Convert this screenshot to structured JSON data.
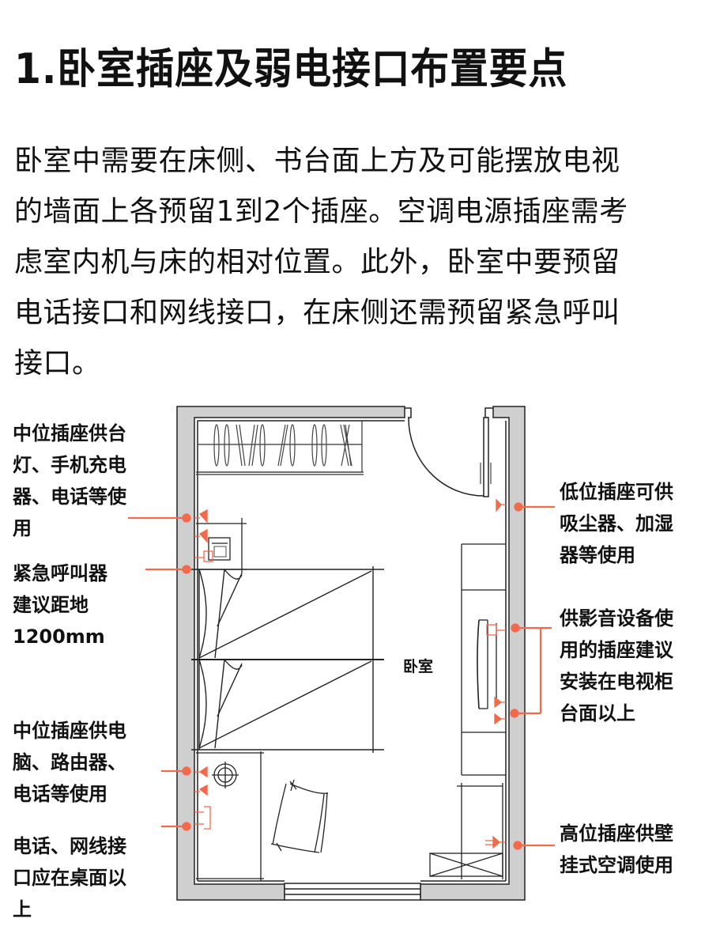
{
  "title": "1.卧室插座及弱电接口布置要点",
  "intro": {
    "lines": [
      "卧室中需要在床侧、书台面上方及可能摆放电视",
      "的墙面上各预留1到2个插座。空调电源插座需考",
      "虑室内机与床的相对位置。此外，卧室中要预留",
      "电话接口和网线接口，在床侧还需预留紧急呼叫",
      "接口。"
    ]
  },
  "floorplan": {
    "room_label": "卧室",
    "colors": {
      "wall_fill": "#cfcfcf",
      "line": "#222222",
      "accent": "#f26a4b"
    },
    "annotations_left": [
      {
        "id": "bedside-mid-socket",
        "lines": [
          "中位插座供台",
          "灯、手机充电",
          "器、电话等使",
          "用"
        ]
      },
      {
        "id": "emergency-call",
        "lines": [
          "紧急呼叫器",
          "建议距地",
          "1200mm"
        ]
      },
      {
        "id": "desk-mid-socket",
        "lines": [
          "中位插座供电",
          "脑、路由器、",
          "电话等使用"
        ]
      },
      {
        "id": "phone-network-port",
        "lines": [
          "电话、网线接",
          "口应在桌面以",
          "上"
        ]
      }
    ],
    "annotations_right": [
      {
        "id": "low-socket",
        "lines": [
          "低位插座可供",
          "吸尘器、加湿",
          "器等使用"
        ]
      },
      {
        "id": "av-socket",
        "lines": [
          "供影音设备使",
          "用的插座建议",
          "安装在电视柜",
          "台面以上"
        ]
      },
      {
        "id": "high-socket",
        "lines": [
          "高位插座供壁",
          "挂式空调使用"
        ]
      }
    ]
  }
}
